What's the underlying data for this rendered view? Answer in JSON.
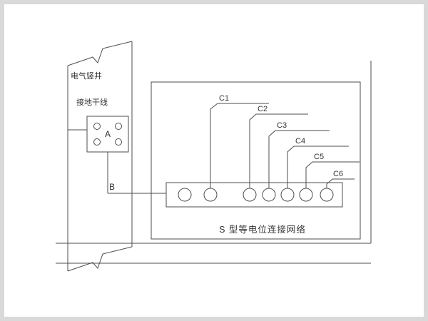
{
  "diagram": {
    "labels": {
      "shaft": "电气竖井",
      "ground_trunk": "接地干线",
      "box": "A",
      "junction": "B",
      "caption": "S 型等电位连接网络"
    },
    "terminals": [
      "C1",
      "C2",
      "C3",
      "C4",
      "C5",
      "C6"
    ],
    "colors": {
      "line": "#4d4d4d",
      "text": "#333333",
      "background": "#ffffff",
      "frame": "#d9d9d9"
    }
  }
}
